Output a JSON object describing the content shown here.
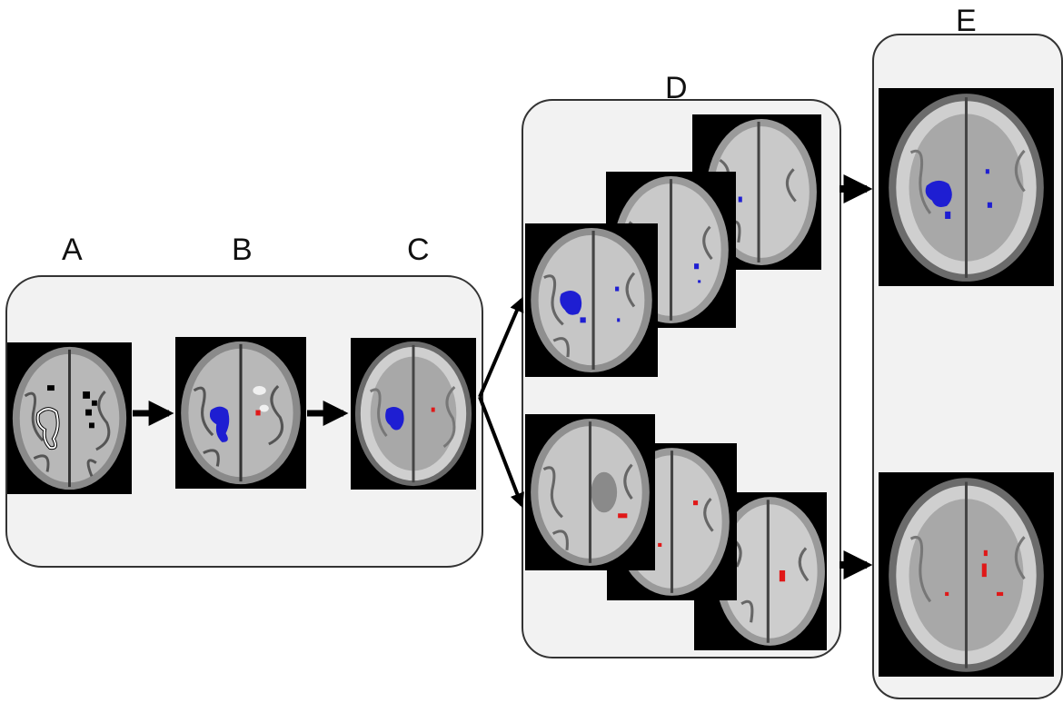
{
  "labels": {
    "a": "A",
    "b": "B",
    "c": "C",
    "d": "D",
    "e": "E"
  },
  "colors": {
    "background": "#ffffff",
    "panel_fill": "#f2f2f2",
    "panel_border": "#333333",
    "lesion_blue": "#1e1ed2",
    "lesion_red": "#e01818",
    "arrow": "#000000"
  },
  "images": {
    "a": "flair-with-lesion-outlines",
    "b": "flair-with-colored-lesions",
    "c": "t1-template-with-lesions",
    "d_top": [
      "t1-map-blue-lesions-1",
      "t1-map-blue-lesions-2",
      "t1-map-blue-lesions-3"
    ],
    "d_bottom": [
      "t1-map-red-lesions-1",
      "t1-map-red-lesions-2",
      "t1-map-red-lesions-3"
    ],
    "e_top": "template-blue-lesion-map",
    "e_bottom": "template-red-lesion-map"
  }
}
